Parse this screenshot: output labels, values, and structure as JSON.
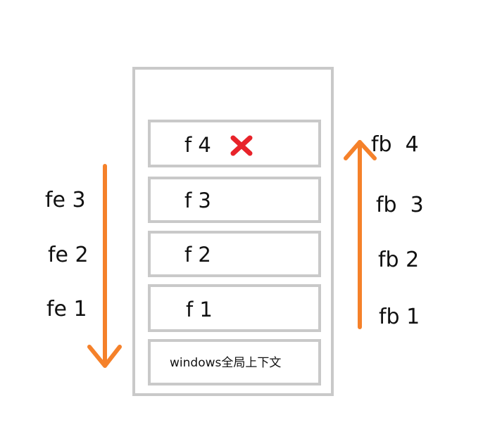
{
  "frames": [
    {
      "label": "f 4",
      "removed": true
    },
    {
      "label": "f 3"
    },
    {
      "label": "f 2"
    },
    {
      "label": "f 1"
    },
    {
      "label": "windows全局上下文"
    }
  ],
  "enter_labels": [
    "fe 3",
    "fe 2",
    "fe 1"
  ],
  "exit_labels": [
    "fb  4",
    "fb  3",
    "fb 2",
    "fb 1"
  ],
  "colors": {
    "arrow": "#f5812a",
    "border": "#c9c9c9",
    "remove_mark": "#e8232a"
  },
  "icons": {
    "remove_mark": "cross-icon"
  }
}
